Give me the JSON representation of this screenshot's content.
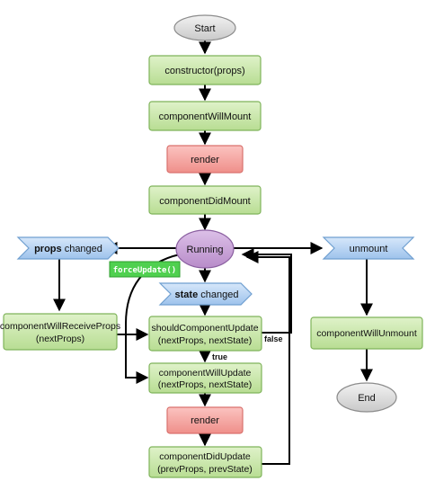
{
  "nodes": {
    "start": "Start",
    "constructor": "constructor(props)",
    "will_mount": "componentWillMount",
    "render_1": "render",
    "did_mount": "componentDidMount",
    "running": "Running",
    "props_changed": {
      "bold": "props",
      "rest": " changed"
    },
    "unmount": "unmount",
    "force_update": "forceUpdate()",
    "state_changed": {
      "bold": "state",
      "rest": " changed"
    },
    "will_receive_props": [
      "componentWillReceiveProps",
      "(nextProps)"
    ],
    "should_update": [
      "shouldComponentUpdate",
      "(nextProps, nextState)"
    ],
    "will_update": [
      "componentWillUpdate",
      "(nextProps, nextState)"
    ],
    "render_2": "render",
    "did_update": [
      "componentDidUpdate",
      "(prevProps, prevState)"
    ],
    "will_unmount": "componentWillUnmount",
    "end": "End"
  },
  "edge_labels": {
    "true": "true",
    "false": "false"
  },
  "colors": {
    "green_fill": "#c6e6a8",
    "green_stroke": "#7fb35a",
    "red_fill": "#f6a3a0",
    "red_stroke": "#d9726e",
    "grey_fill": "#d9d9d9",
    "purple_fill": "#c9a4d8",
    "blue_fill": "#b7d4f3",
    "force_fill": "#4fd04f"
  }
}
